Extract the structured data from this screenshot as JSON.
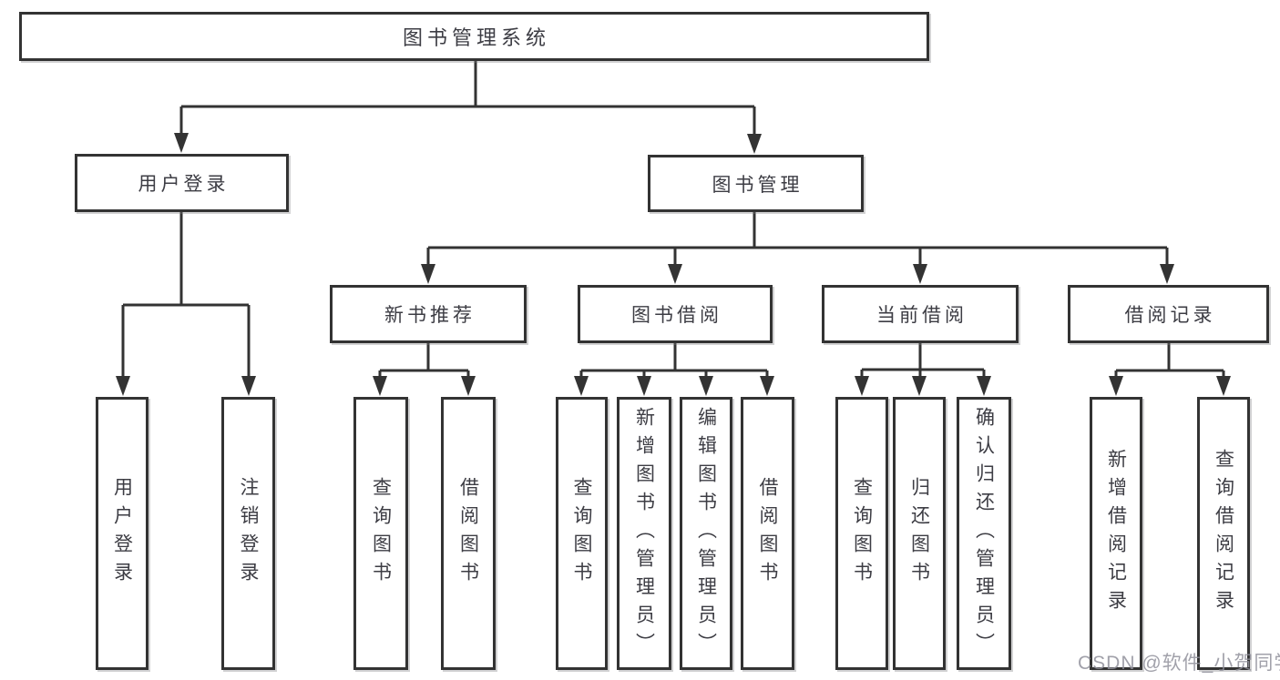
{
  "diagram": {
    "type": "hierarchy-tree",
    "nodes": {
      "root": {
        "label": "图书管理系统"
      },
      "user_login": {
        "label": "用户登录"
      },
      "book_mgmt": {
        "label": "图书管理"
      },
      "new_book_rec": {
        "label": "新书推荐"
      },
      "book_borrow": {
        "label": "图书借阅"
      },
      "current_borrow": {
        "label": "当前借阅"
      },
      "borrow_records": {
        "label": "借阅记录"
      },
      "leaf_user_login": {
        "label": "用户登录"
      },
      "leaf_logout": {
        "label": "注销登录"
      },
      "leaf_rec_query": {
        "label": "查询图书"
      },
      "leaf_rec_borrow": {
        "label": "借阅图书"
      },
      "leaf_bb_query": {
        "label": "查询图书"
      },
      "leaf_bb_add": {
        "label": "新增图书（管理员）"
      },
      "leaf_bb_edit": {
        "label": "编辑图书（管理员）"
      },
      "leaf_bb_borrow": {
        "label": "借阅图书"
      },
      "leaf_cb_query": {
        "label": "查询图书"
      },
      "leaf_cb_return": {
        "label": "归还图书"
      },
      "leaf_cb_confirm": {
        "label": "确认归还（管理员）"
      },
      "leaf_br_add": {
        "label": "新增借阅记录"
      },
      "leaf_br_query": {
        "label": "查询借阅记录"
      }
    },
    "tree": {
      "图书管理系统": {
        "用户登录": [
          "用户登录",
          "注销登录"
        ],
        "图书管理": {
          "新书推荐": [
            "查询图书",
            "借阅图书"
          ],
          "图书借阅": [
            "查询图书",
            "新增图书（管理员）",
            "编辑图书（管理员）",
            "借阅图书"
          ],
          "当前借阅": [
            "查询图书",
            "归还图书",
            "确认归还（管理员）"
          ],
          "借阅记录": [
            "新增借阅记录",
            "查询借阅记录"
          ]
        }
      }
    },
    "colors": {
      "line": "#333333",
      "box_border": "#333333",
      "box_background": "#ffffff",
      "text": "#3d3d44",
      "watermark": "#9a9aa0"
    }
  },
  "watermark": {
    "text": "CSDN @软件_小贺同学"
  }
}
